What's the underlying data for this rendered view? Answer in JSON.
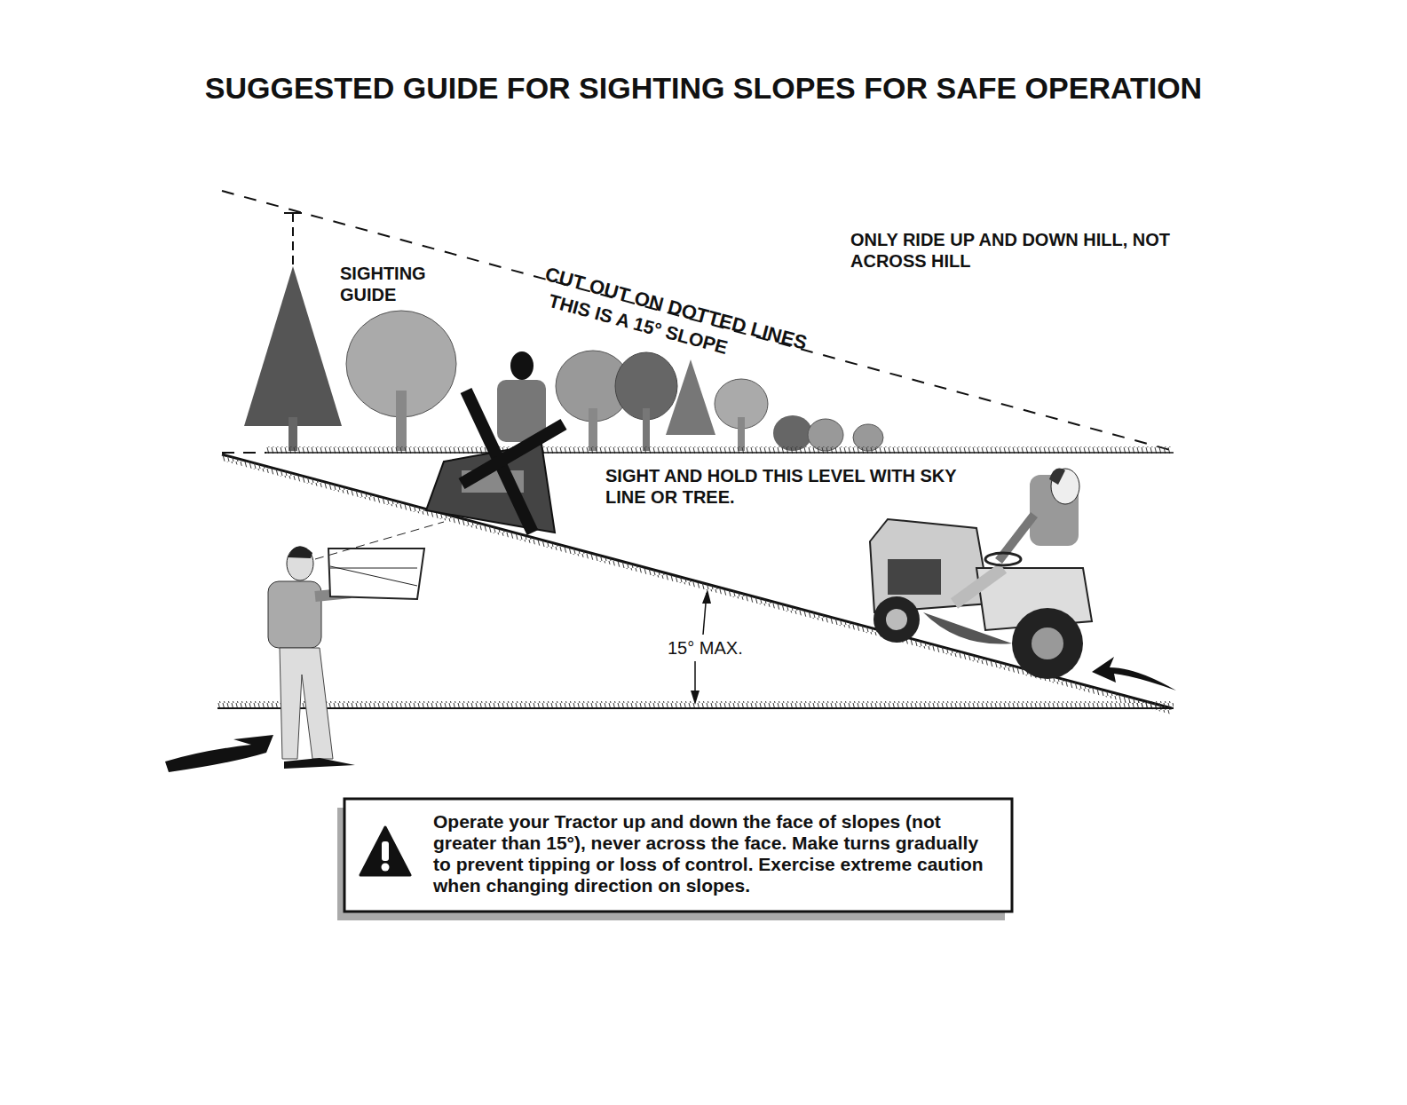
{
  "diagram": {
    "title": "SUGGESTED GUIDE FOR SIGHTING SLOPES FOR SAFE OPERATION",
    "nodes": [
      {
        "text": [
          "Operate your Tractor up and down the face of slopes (not greater than 15°), never across the face. Make turns gradually to prevent tipping or loss of control. Exercise extreme caution when changing direction on slopes."
        ]
      }
    ],
    "labels": [
      "SIGHTING GUIDE",
      "CUT OUT ON DOTTED LINES",
      "THIS IS A 15° SLOPE",
      "ONLY RIDE UP AND DOWN HILL, NOT ACROSS HILL",
      "SIGHT AND HOLD THIS LEVEL WITH SKY LINE OR TREE.",
      "15° MAX."
    ]
  }
}
